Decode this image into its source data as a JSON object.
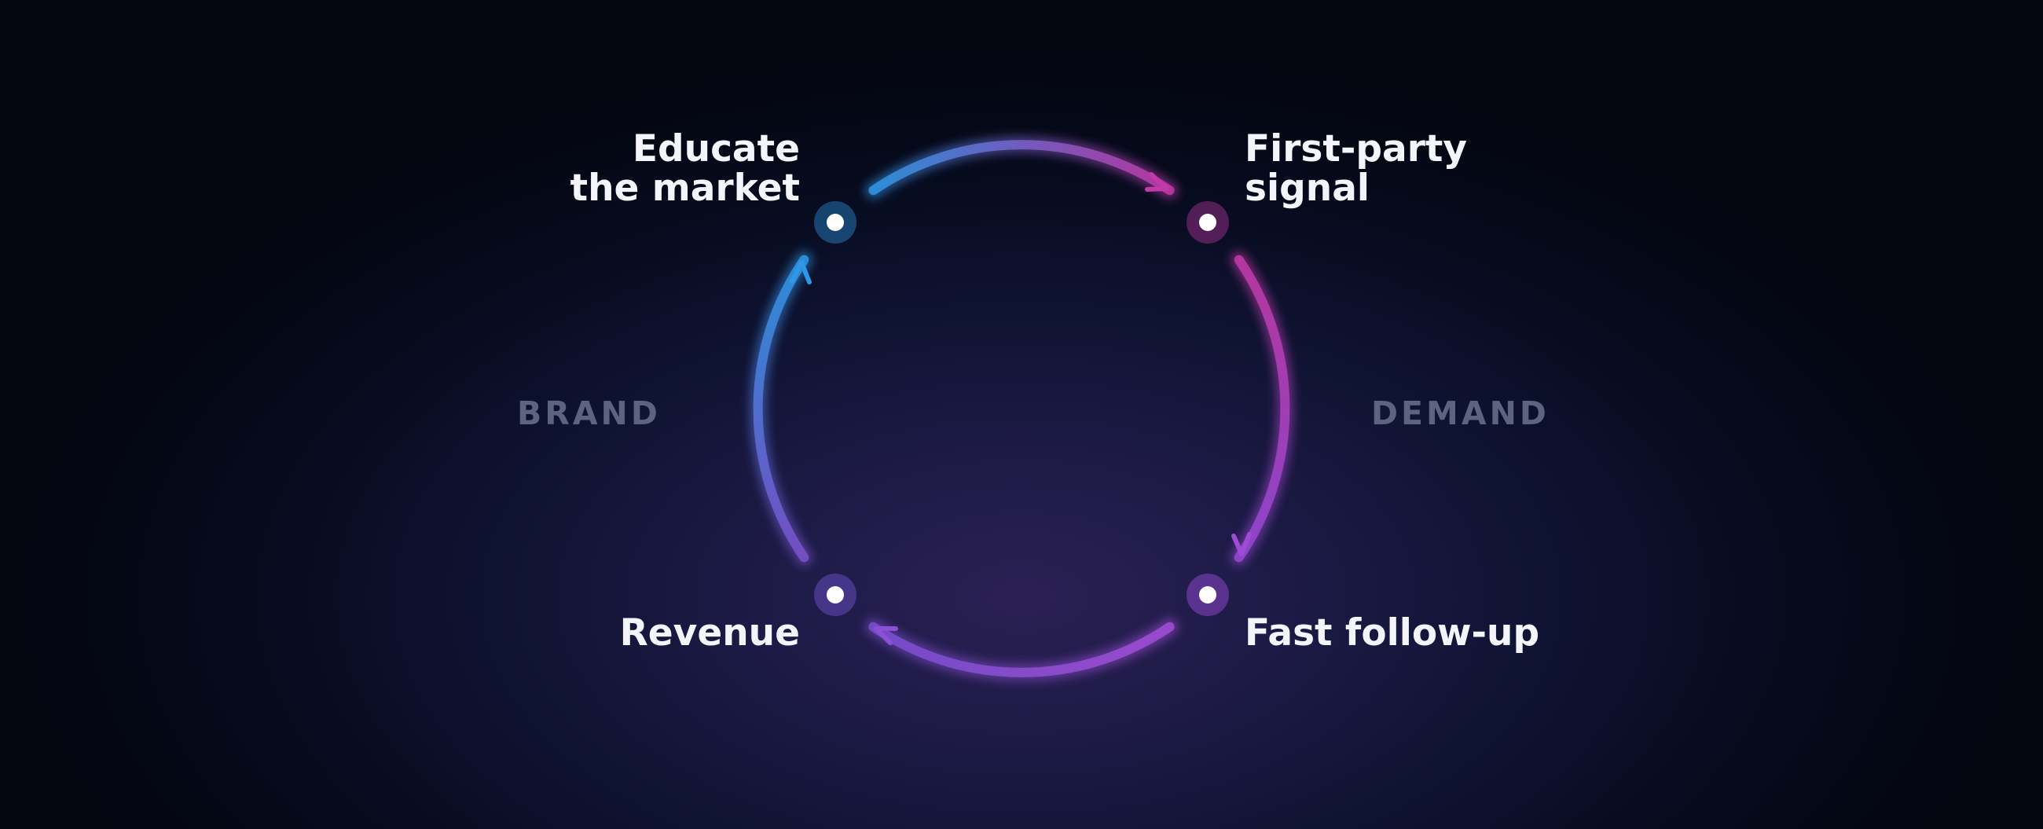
{
  "nodes": [
    {
      "id": "educate",
      "lines": [
        "Educate",
        "the market"
      ],
      "color": "#2e98e6"
    },
    {
      "id": "first-party",
      "lines": [
        "First-party",
        "signal"
      ],
      "color": "#c23aa8"
    },
    {
      "id": "fast-follow-up",
      "lines": [
        "Fast follow-up"
      ],
      "color": "#9448d4"
    },
    {
      "id": "revenue",
      "lines": [
        "Revenue"
      ],
      "color": "#6a4fc8"
    }
  ],
  "sides": {
    "left": "BRAND",
    "right": "DEMAND"
  },
  "colors": {
    "blue": "#2e98e6",
    "magenta": "#c23aa8",
    "purple": "#9448d4",
    "indigo": "#6a4fc8",
    "label_muted": "#5d6482",
    "text": "#f4f5fb"
  }
}
